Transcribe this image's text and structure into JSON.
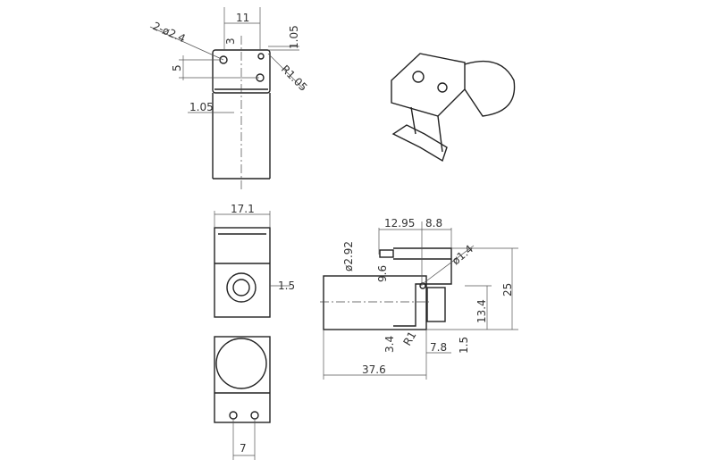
{
  "drawing": {
    "top_view": {
      "holes": "2-ø2.4",
      "width": "11",
      "hole_offset": "3",
      "top_gap": "1.05",
      "hole_spacing": "5",
      "radius": "R1.05",
      "wall": "1.05"
    },
    "front_view": {
      "width": "17.1",
      "offset": "1.5"
    },
    "bottom_view": {
      "spacing": "7"
    },
    "side_view": {
      "d1": "12.95",
      "d2": "8.8",
      "port_dia": "ø2.92",
      "port_height": "9.6",
      "pin_dia": "ø1.4",
      "height": "25",
      "bracket_height": "13.4",
      "bracket_offset": "3.4",
      "radius": "R1",
      "bracket_width": "7.8",
      "bracket_thickness": "1.5",
      "length": "37.6"
    }
  }
}
